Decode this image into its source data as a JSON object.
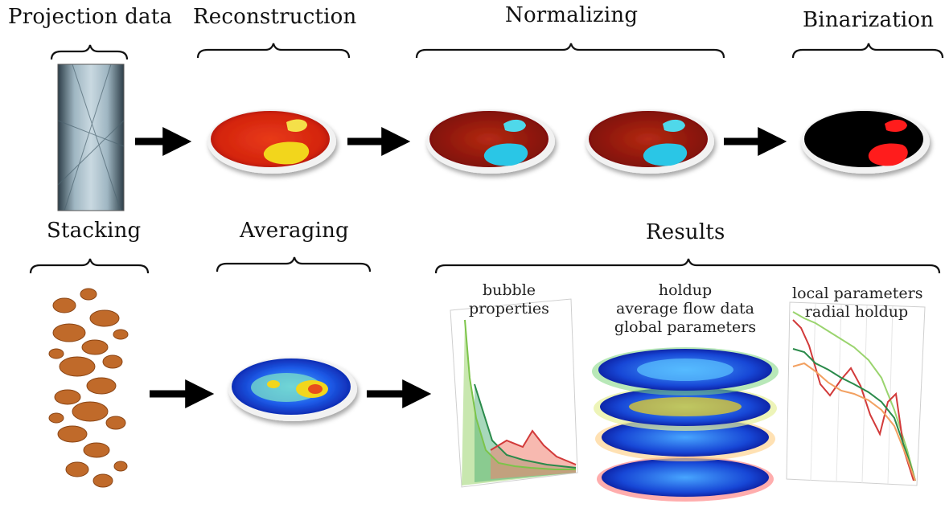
{
  "stages": {
    "projection": "Projection data",
    "reconstruction": "Reconstruction",
    "normalizing": "Normalizing",
    "binarization": "Binarization",
    "stacking": "Stacking",
    "averaging": "Averaging",
    "results": "Results"
  },
  "results": {
    "bubble": [
      "bubble",
      "properties"
    ],
    "holdup": [
      "holdup",
      "average flow data",
      "global parameters"
    ],
    "local": [
      "local parameters",
      "radial holdup"
    ]
  },
  "colors": {
    "arrow": "#000000",
    "hot_red": "#d22a14",
    "yellow": "#f2d61e",
    "cyan": "#29c6e6",
    "blue": "#1e4fd8",
    "binary_red": "#ff1a1a",
    "rock": "#c06a2a"
  }
}
